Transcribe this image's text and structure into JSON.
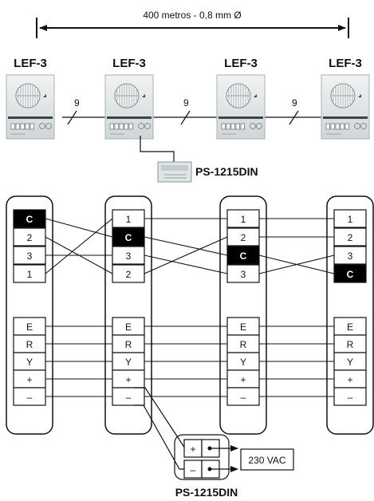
{
  "distance_label": "400 metros - 0,8 mm Ø",
  "unit_model": "LEF-3",
  "link_wires": "9",
  "power_supply": "PS-1215DIN",
  "mains_label": "230 VAC",
  "terminal_columns": [
    {
      "top": [
        "C",
        "2",
        "3",
        "1"
      ],
      "highlight": 0
    },
    {
      "top": [
        "1",
        "C",
        "3",
        "2"
      ],
      "highlight": 1
    },
    {
      "top": [
        "1",
        "2",
        "C",
        "3"
      ],
      "highlight": 2
    },
    {
      "top": [
        "1",
        "2",
        "3",
        "C"
      ],
      "highlight": 3
    }
  ],
  "bus_terminals": [
    "E",
    "R",
    "Y",
    "+",
    "–"
  ],
  "psu_terminals": [
    "+",
    "–"
  ]
}
